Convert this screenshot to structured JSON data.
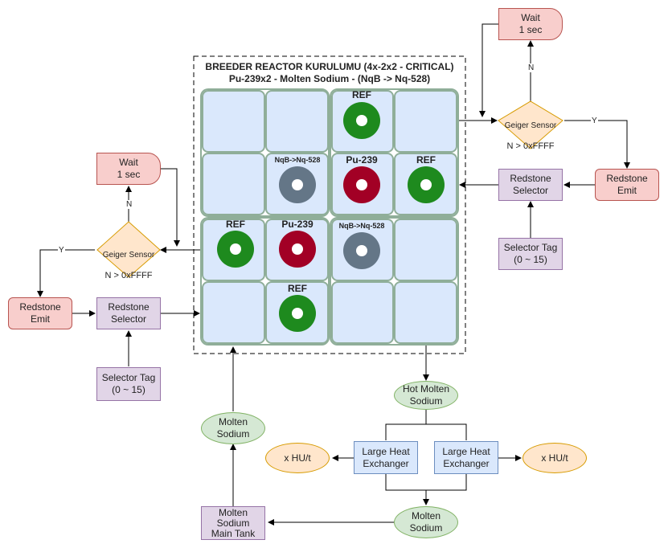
{
  "reactor": {
    "title_line1": "BREEDER REACTOR KURULUMU (4x-2x2 - CRITICAL)",
    "title_line2": "Pu-239x2 - Molten Sodium - (NqB -> Nq-528)",
    "rods": [
      {
        "label": "REF",
        "kind": "reflector",
        "color": "#1e8a1e"
      },
      {
        "label": "NqB->Nq-528",
        "kind": "breeder",
        "color": "#647687"
      },
      {
        "label": "Pu-239",
        "kind": "fuel",
        "color": "#a20025"
      },
      {
        "label": "REF",
        "kind": "reflector",
        "color": "#1e8a1e"
      },
      {
        "label": "REF",
        "kind": "reflector",
        "color": "#1e8a1e"
      },
      {
        "label": "Pu-239",
        "kind": "fuel",
        "color": "#a20025"
      },
      {
        "label": "NqB->Nq-528",
        "kind": "breeder",
        "color": "#647687"
      },
      {
        "label": "REF",
        "kind": "reflector",
        "color": "#1e8a1e"
      }
    ]
  },
  "right_loop": {
    "wait": "Wait\n1 sec",
    "sensor_line1": "Geiger Sensor",
    "sensor_line2": "N > 0xFFFF",
    "emit": "Redstone\nEmit",
    "selector": "Redstone\nSelector",
    "tag": "Selector Tag\n(0 ~ 15)",
    "label_n": "N",
    "label_y": "Y"
  },
  "left_loop": {
    "wait": "Wait\n1 sec",
    "sensor_line1": "Geiger Sensor",
    "sensor_line2": "N > 0xFFFF",
    "emit": "Redstone\nEmit",
    "selector": "Redstone\nSelector",
    "tag": "Selector Tag\n(0 ~ 15)",
    "label_n": "N",
    "label_y": "Y"
  },
  "cooling": {
    "hot": "Hot Molten\nSodium",
    "hx_left": "Large Heat\nExchanger",
    "hx_right": "Large Heat\nExchanger",
    "out_left": "x HU/t",
    "out_right": "x HU/t",
    "cold": "Molten\nSodium",
    "tank": "Molten\nSodium\nMain Tank",
    "return": "Molten\nSodium"
  }
}
